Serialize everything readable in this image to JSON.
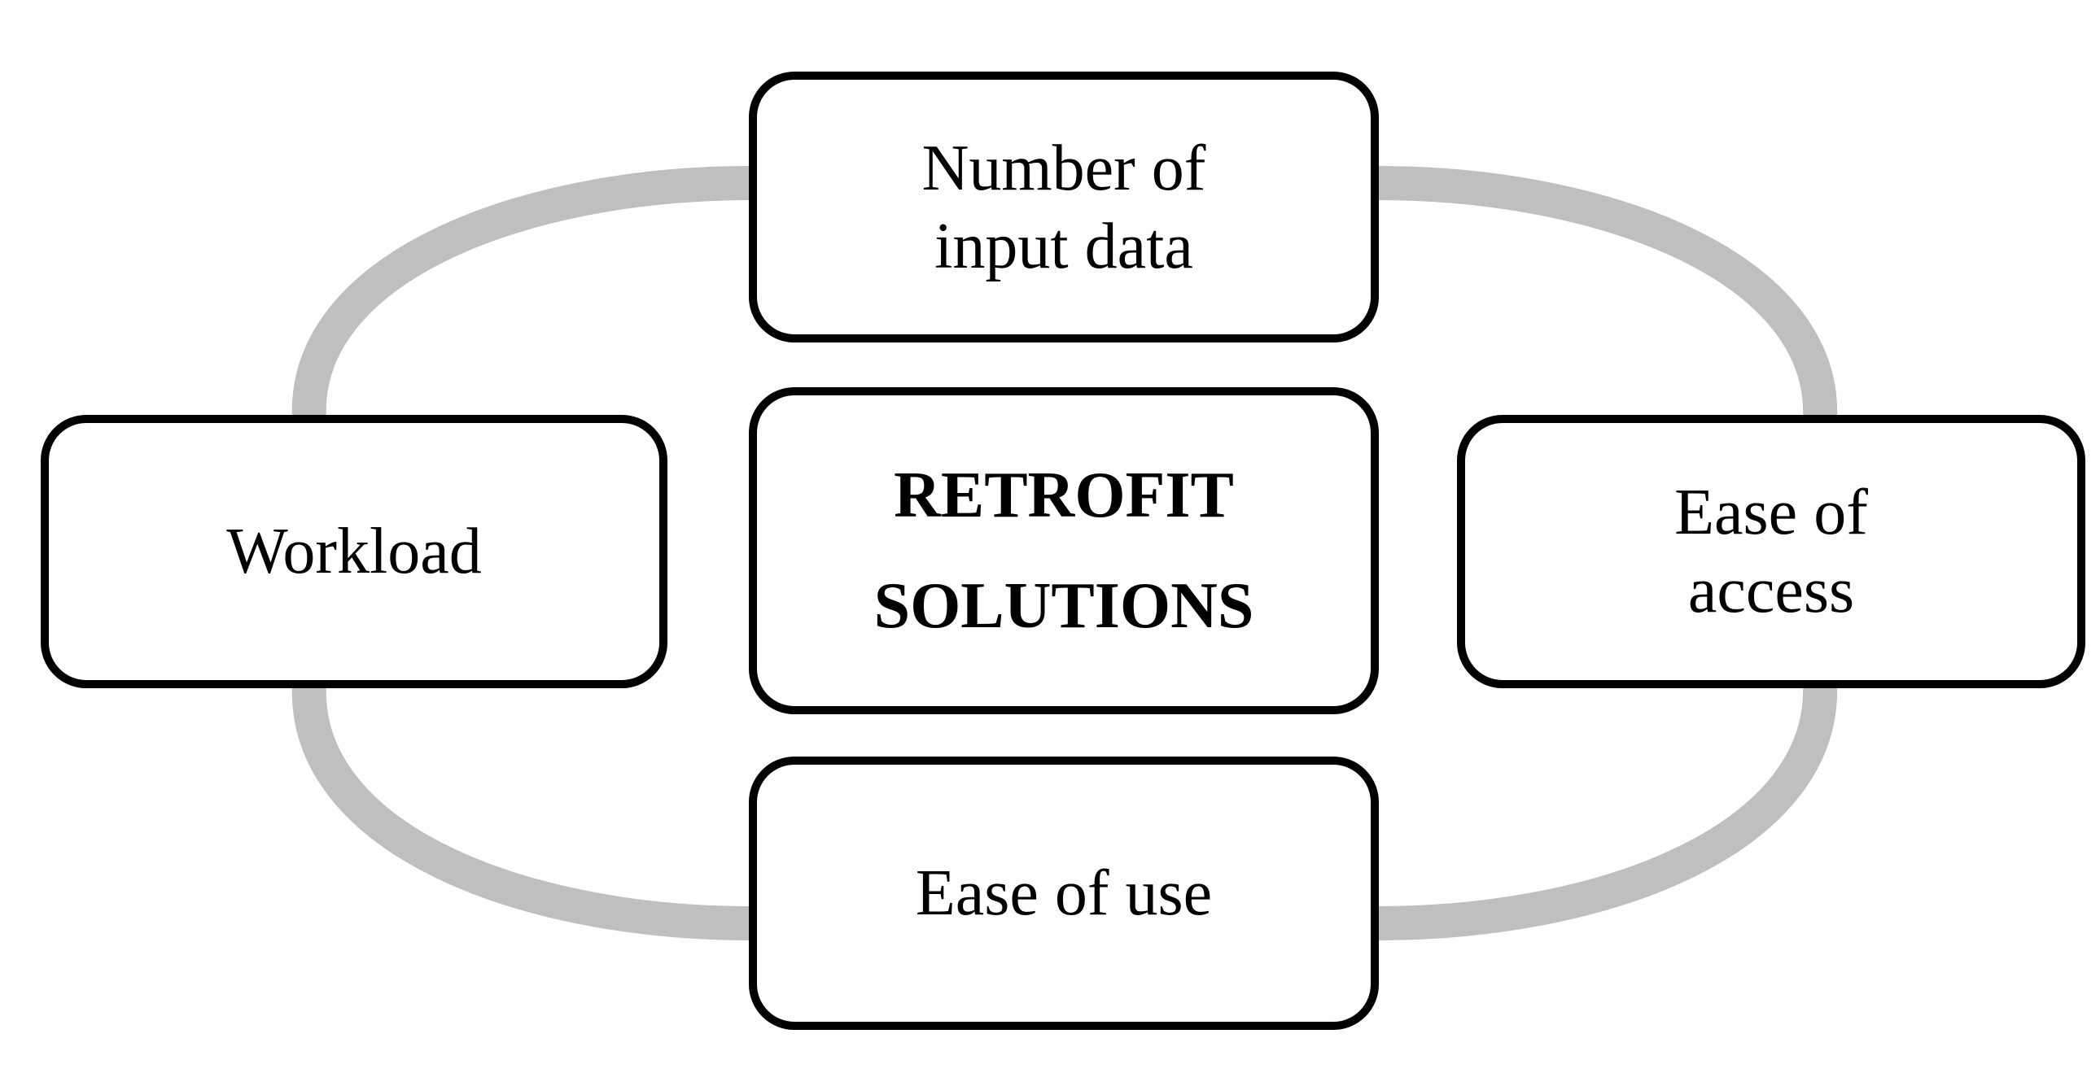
{
  "diagram": {
    "center": {
      "line1": "RETROFIT",
      "line2": "SOLUTIONS"
    },
    "nodes": {
      "top": {
        "line1": "Number of",
        "line2": "input data"
      },
      "left": {
        "line1": "Workload"
      },
      "right": {
        "line1": "Ease of",
        "line2": "access"
      },
      "bottom": {
        "line1": "Ease of use"
      }
    },
    "colors": {
      "connector": "#bfbfbf",
      "box_border": "#000000",
      "background": "#ffffff"
    }
  }
}
